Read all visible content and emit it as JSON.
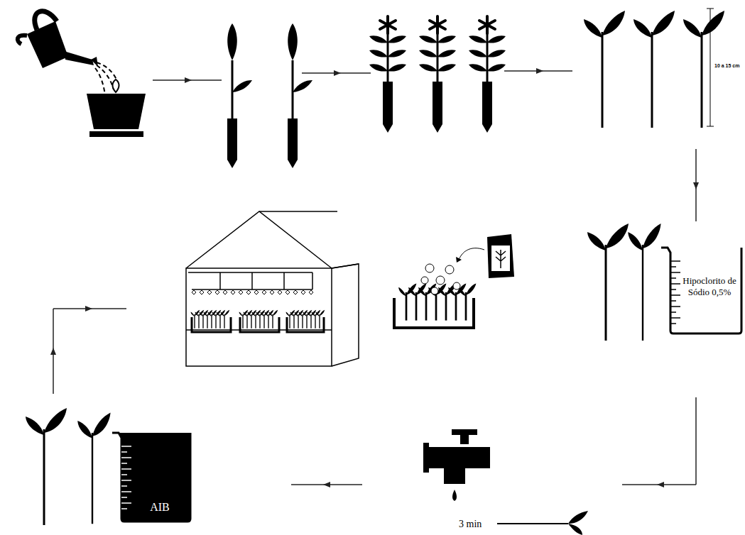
{
  "diagram": {
    "nodes": [
      {
        "text": [
          "Hipoclorito de Sódio 0,5%"
        ]
      },
      {
        "text": [
          "AIB"
        ]
      }
    ],
    "labels": [
      "10 a 15 cm",
      "3 min"
    ]
  }
}
